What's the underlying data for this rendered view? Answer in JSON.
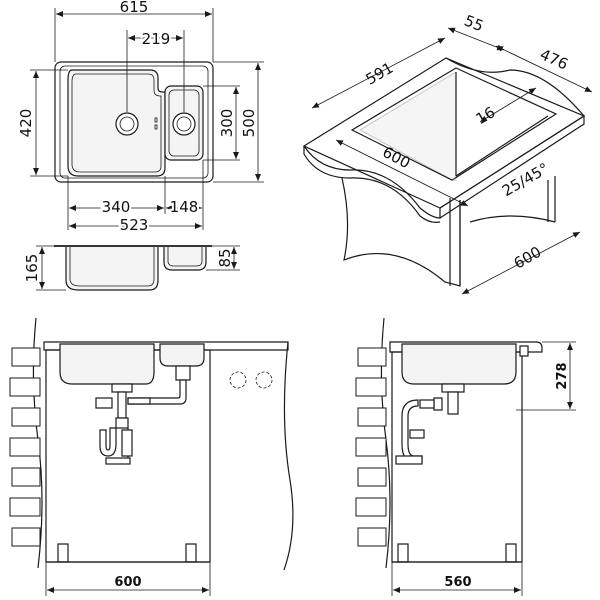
{
  "top_view": {
    "dims": {
      "overall_width": "615",
      "drain_spacing": "219",
      "overall_depth": "500",
      "main_bowl_depth": "420",
      "small_bowl_depth": "300",
      "main_bowl_width": "340",
      "small_bowl_width": "148",
      "bowls_total_width": "523"
    }
  },
  "section_view": {
    "dims": {
      "main_bowl_height": "165",
      "small_bowl_height": "85"
    }
  },
  "cutout_view": {
    "dims": {
      "rim": "55",
      "cutout_length": "591",
      "cutout_width": "476",
      "min_edge": "16",
      "worktop_length": "600",
      "corner_radius": "25/45°",
      "cabinet_depth": "600"
    }
  },
  "cabinet_front": {
    "dims": {
      "cabinet_width": "600"
    }
  },
  "cabinet_side": {
    "dims": {
      "cabinet_depth": "560",
      "installed_height": "278"
    }
  }
}
